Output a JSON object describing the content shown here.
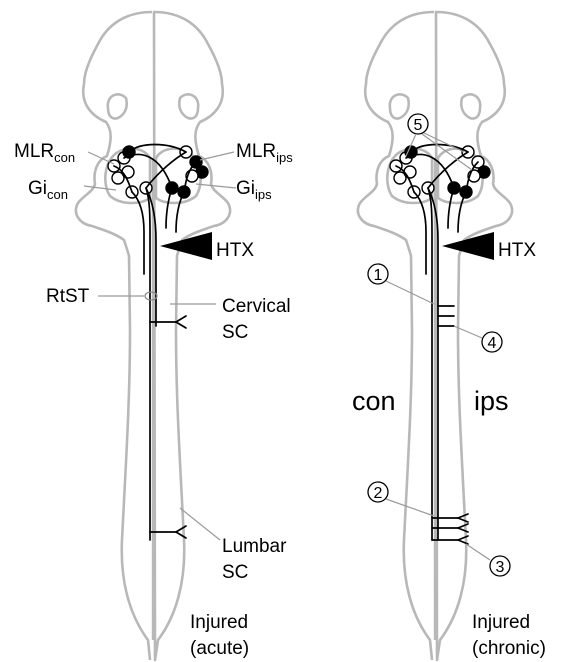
{
  "acute": {
    "mlr_con": {
      "main": "MLR",
      "sub": "con"
    },
    "mlr_ips": {
      "main": "MLR",
      "sub": "ips"
    },
    "gi_con": {
      "main": "Gi",
      "sub": "con"
    },
    "gi_ips": {
      "main": "Gi",
      "sub": "ips"
    },
    "htx": "HTX",
    "rtst": "RtST",
    "cervical": [
      "Cervical",
      "SC"
    ],
    "lumbar": [
      "Lumbar",
      "SC"
    ],
    "condition": [
      "Injured",
      "(acute)"
    ]
  },
  "chronic": {
    "htx": "HTX",
    "side_con": "con",
    "side_ips": "ips",
    "markers": [
      "1",
      "2",
      "3",
      "4",
      "5"
    ],
    "condition": [
      "Injured",
      "(chronic)"
    ]
  }
}
